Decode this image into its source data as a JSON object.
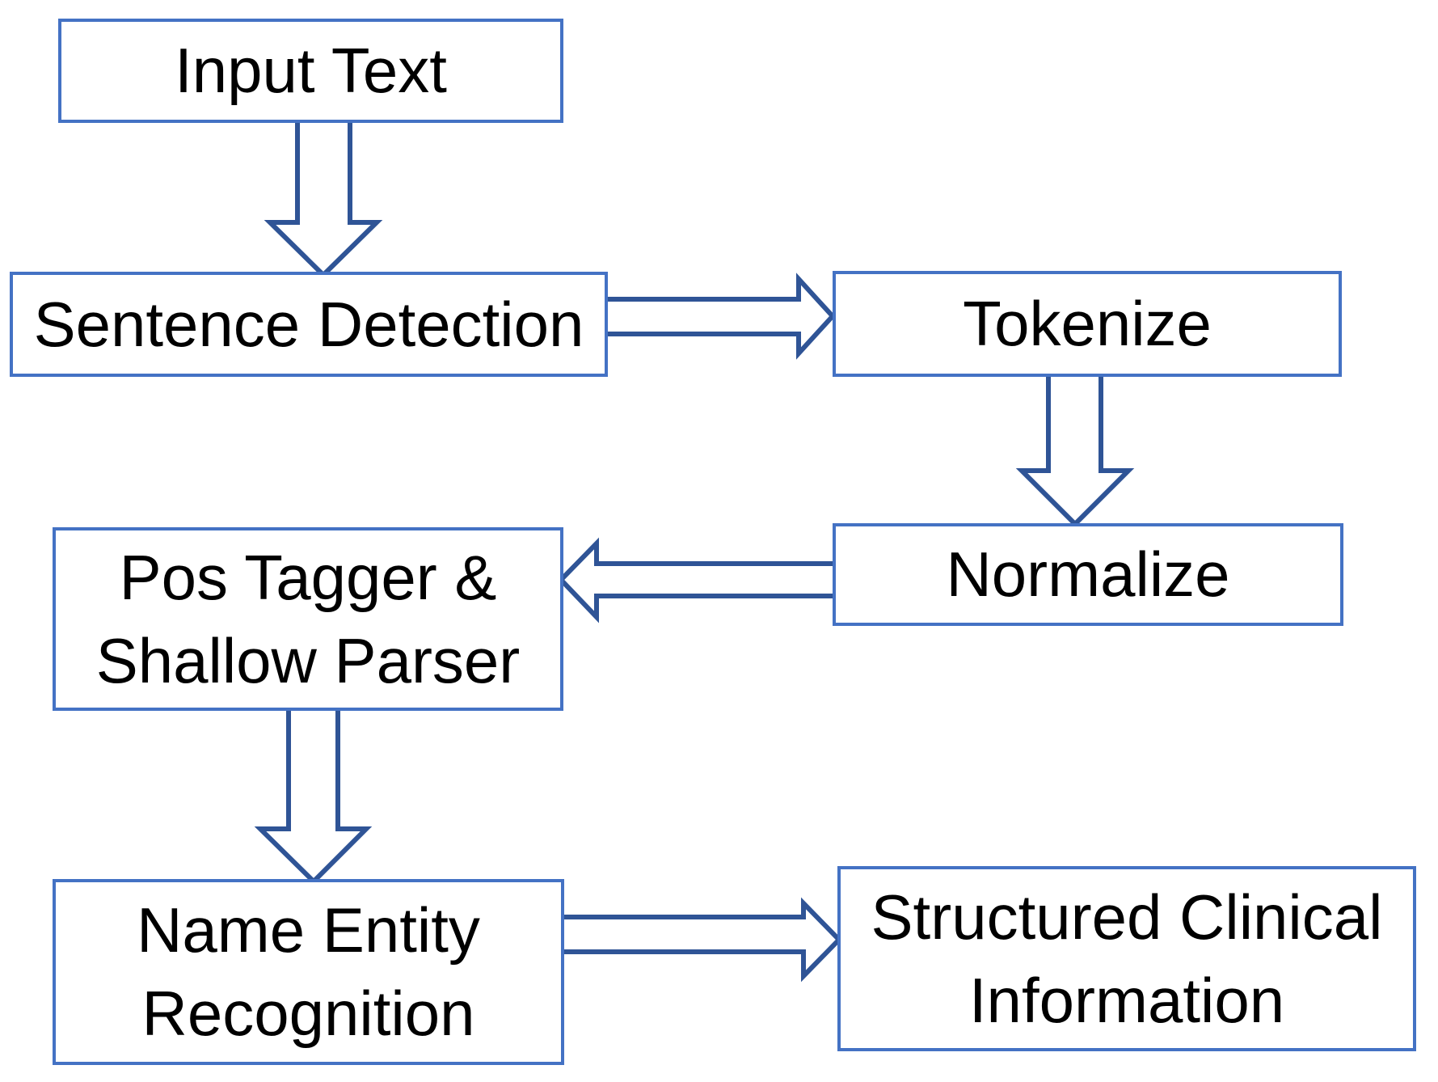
{
  "diagram": {
    "description": "Flowchart of a clinical natural language processing pipeline",
    "colors": {
      "background": "#FFFFFF",
      "box_border": "#4472C4",
      "box_fill": "#FFFFFF",
      "arrow_outline": "#2F5496",
      "text": "#000000"
    },
    "nodes": [
      {
        "id": "input-text",
        "label": "Input Text"
      },
      {
        "id": "sentence-detection",
        "label": "Sentence Detection"
      },
      {
        "id": "tokenize",
        "label": "Tokenize"
      },
      {
        "id": "pos-tagger-shallow-parser",
        "label": "Pos Tagger & Shallow Parser",
        "lines": [
          "Pos Tagger &",
          "Shallow Parser"
        ]
      },
      {
        "id": "normalize",
        "label": "Normalize"
      },
      {
        "id": "name-entity-recognition",
        "label": "Name Entity Recognition",
        "lines": [
          "Name Entity",
          "Recognition"
        ]
      },
      {
        "id": "structured-clinical-information",
        "label": "Structured Clinical Information",
        "lines": [
          "Structured Clinical",
          "Information"
        ]
      }
    ],
    "edges": [
      {
        "from": "input-text",
        "to": "sentence-detection",
        "direction": "down"
      },
      {
        "from": "sentence-detection",
        "to": "tokenize",
        "direction": "right"
      },
      {
        "from": "tokenize",
        "to": "normalize",
        "direction": "down"
      },
      {
        "from": "normalize",
        "to": "pos-tagger-shallow-parser",
        "direction": "left"
      },
      {
        "from": "pos-tagger-shallow-parser",
        "to": "name-entity-recognition",
        "direction": "down"
      },
      {
        "from": "name-entity-recognition",
        "to": "structured-clinical-information",
        "direction": "right"
      }
    ]
  }
}
